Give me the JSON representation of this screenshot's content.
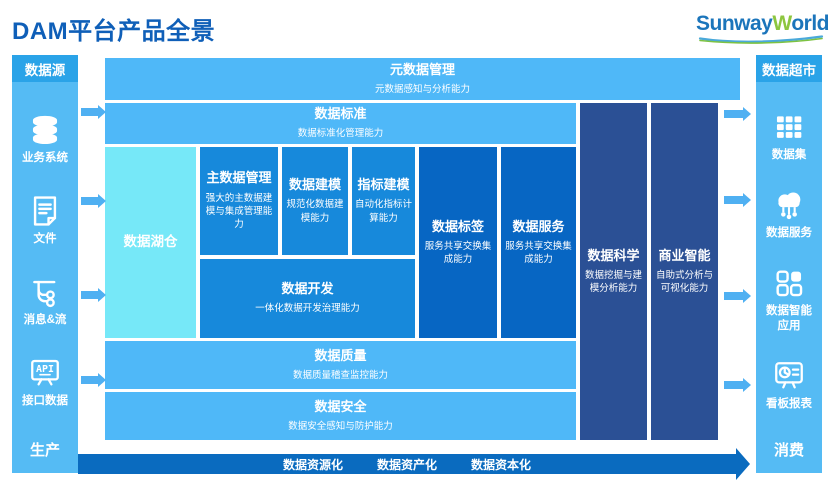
{
  "page": {
    "title": "DAM平台产品全景"
  },
  "logo": {
    "text_blue1": "Sunway",
    "text_green": "W",
    "text_blue2": "orld"
  },
  "left_sidebar": {
    "header": "数据源",
    "items": [
      {
        "label": "业务系统",
        "icon": "database-icon"
      },
      {
        "label": "文件",
        "icon": "document-icon"
      },
      {
        "label": "消息&流",
        "icon": "stream-icon"
      },
      {
        "label": "接口数据",
        "icon": "api-monitor-icon"
      }
    ],
    "footer": "生产"
  },
  "right_sidebar": {
    "header": "数据超市",
    "items": [
      {
        "label": "数据集",
        "icon": "dataset-grid-icon"
      },
      {
        "label": "数据服务",
        "icon": "cloud-service-icon"
      },
      {
        "label": "数据智能应用",
        "icon": "apps-icon"
      },
      {
        "label": "看板报表",
        "icon": "dashboard-board-icon"
      }
    ],
    "footer": "消费"
  },
  "blocks": {
    "metadata": {
      "title": "元数据管理",
      "subtitle": "元数据感知与分析能力"
    },
    "standard": {
      "title": "数据标准",
      "subtitle": "数据标准化管理能力"
    },
    "lakehouse": {
      "title": "数据湖仓"
    },
    "mdm": {
      "title": "主数据管理",
      "subtitle": "强大的主数据建模与集成管理能力"
    },
    "modeling": {
      "title": "数据建模",
      "subtitle": "规范化数据建模能力"
    },
    "indicator": {
      "title": "指标建模",
      "subtitle": "自动化指标计算能力"
    },
    "development": {
      "title": "数据开发",
      "subtitle": "一体化数据开发治理能力"
    },
    "tags": {
      "title": "数据标签",
      "subtitle": "服务共享交换集成能力"
    },
    "services": {
      "title": "数据服务",
      "subtitle": "服务共享交换集成能力"
    },
    "science": {
      "title": "数据科学",
      "subtitle": "数据挖掘与建模分析能力"
    },
    "bi": {
      "title": "商业智能",
      "subtitle": "自助式分析与可视化能力"
    },
    "quality": {
      "title": "数据质量",
      "subtitle": "数据质量稽查监控能力"
    },
    "security": {
      "title": "数据安全",
      "subtitle": "数据安全感知与防护能力"
    }
  },
  "bottom_arrow": {
    "labels": [
      "数据资源化",
      "数据资产化",
      "数据资本化"
    ]
  },
  "colors": {
    "title_blue": "#0f5fb8",
    "light_blue": "#4fb8f8",
    "sidebar_blue": "#55bbf4",
    "sidebar_header_blue": "#2aa3e8",
    "cyan": "#76e8f8",
    "medium_blue": "#1789db",
    "deep_blue": "#0766c3",
    "navy": "#2b5095",
    "flow_arrow_blue": "#0a6bbf",
    "logo_blue": "#1b75bb",
    "logo_green": "#8dc63f"
  }
}
